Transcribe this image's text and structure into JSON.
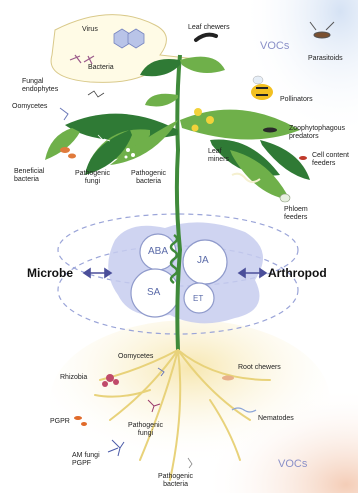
{
  "labels": {
    "virus": "Virus",
    "bacteria": "Bacteria",
    "leaf_chewers": "Leaf chewers",
    "vocs_top": "VOCs",
    "parasitoids": "Parasitoids",
    "fungal_endophytes": "Fungal\nendophytes",
    "oomycetes_top": "Oomycetes",
    "pollinators": "Pollinators",
    "zoophytophagous": "Zoophytophagous\npredators",
    "cell_content": "Cell content\nfeeders",
    "beneficial_bacteria": "Beneficial\nbacteria",
    "pathogenic_fungi_top": "Pathogenic\nfungi",
    "pathogenic_bacteria_top": "Pathogenic\nbacteria",
    "leaf_miners": "Leaf\nminers",
    "phloem_feeders": "Phloem\nfeeders",
    "microbe": "Microbe",
    "arthropod": "Arthropod",
    "oomycetes_root": "Oomycetes",
    "rhizobia": "Rhizobia",
    "root_chewers": "Root chewers",
    "pgpr": "PGPR",
    "nematodes": "Nematodes",
    "pathogenic_fungi_root": "Pathogenic\nfungi",
    "am_fungi": "AM fungi\nPGPF",
    "vocs_bottom": "VOCs",
    "pathogenic_bacteria_root": "Pathogenic\nbacteria"
  },
  "hormones": {
    "aba": "ABA",
    "ja": "JA",
    "sa": "SA",
    "et": "ET"
  },
  "colors": {
    "stem": "#3f8a3a",
    "leaf_dark": "#2f7a35",
    "leaf_light": "#6fb04a",
    "gear_fill": "#ffffff",
    "gear_stroke": "#8f9acb",
    "blob": "#c7cdee",
    "arrow": "#4b4f9a",
    "dashed": "#9aa4d8",
    "vocs_text": "#8a90c8",
    "root": "#e8d27a",
    "sky": "#dbe6f5",
    "soil": "#f6d8c6"
  }
}
